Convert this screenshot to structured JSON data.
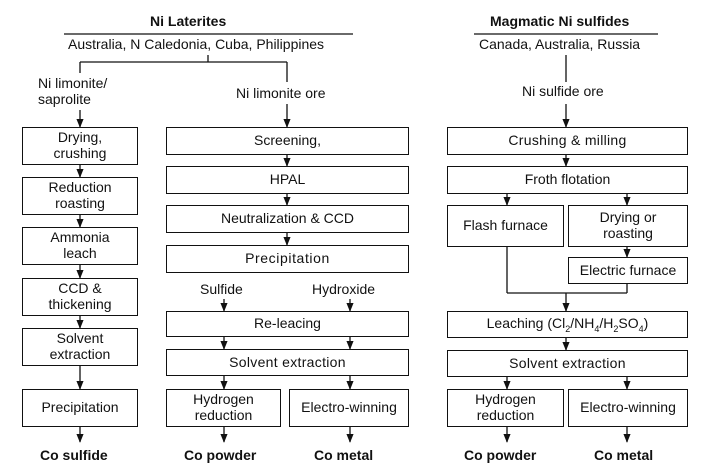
{
  "laterites": {
    "title": "Ni Laterites",
    "countries": "Australia, N Caledonia, Cuba, Philippines",
    "branch_left_label": "Ni limonite/\nsaprolite",
    "branch_right_label": "Ni limonite ore",
    "left_steps": [
      "Drying,\ncrushing",
      "Reduction\nroasting",
      "Ammonia\nleach",
      "CCD &\nthickening",
      "Solvent\nextraction",
      "Precipitation"
    ],
    "left_output": "Co sulfide",
    "mid_steps": [
      "Screening,",
      "HPAL",
      "Neutralization & CCD",
      "Precipitation"
    ],
    "split_left_label": "Sulfide",
    "split_right_label": "Hydroxide",
    "releach": "Re-leacing",
    "solvent_extraction": "Solvent extraction",
    "hydrogen_reduction": "Hydrogen\nreduction",
    "electro_winning": "Electro-winning",
    "output_powder": "Co powder",
    "output_metal": "Co metal"
  },
  "sulfides": {
    "title": "Magmatic Ni sulfides",
    "countries": "Canada, Australia, Russia",
    "ore_label": "Ni sulfide ore",
    "crushing": "Crushing & milling",
    "froth": "Froth flotation",
    "flash": "Flash furnace",
    "drying": "Drying or\nroasting",
    "electric": "Electric furnace",
    "leach_prefix": "Leaching (Cl",
    "leach_sub1": "2",
    "leach_mid1": "/NH",
    "leach_sub2": "4",
    "leach_mid2": "/H",
    "leach_sub3": "2",
    "leach_mid3": "SO",
    "leach_sub4": "4",
    "leach_suffix": ")",
    "solvent_extraction": "Solvent extraction",
    "hydrogen_reduction": "Hydrogen\nreduction",
    "electro_winning": "Electro-winning",
    "output_powder": "Co powder",
    "output_metal": "Co metal"
  }
}
